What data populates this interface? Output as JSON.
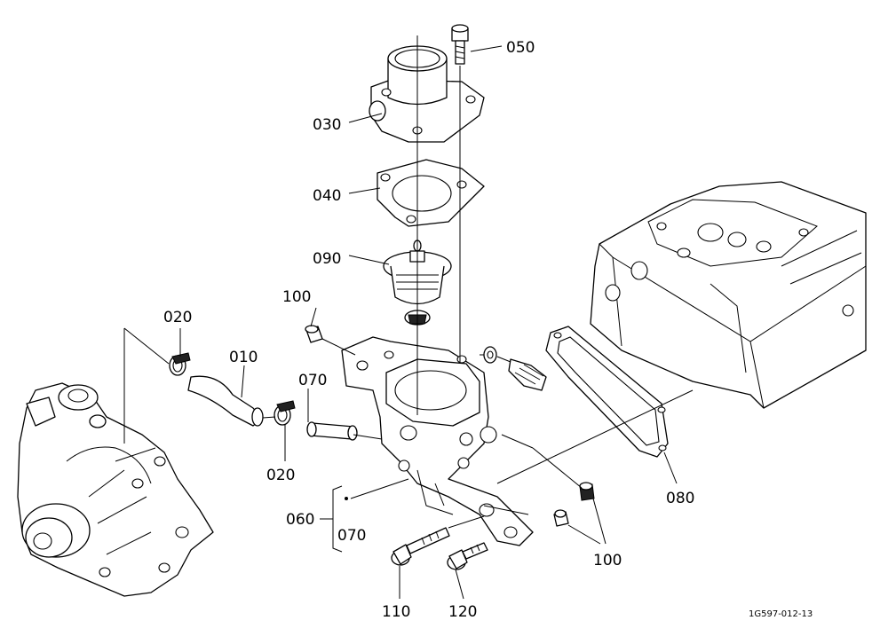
{
  "diagram": {
    "reference_code": "1G597-012-13",
    "callouts": {
      "c050": "050",
      "c030": "030",
      "c040": "040",
      "c090": "090",
      "c100_top": "100",
      "c020_top": "020",
      "c010": "010",
      "c070_top": "070",
      "c020_bottom": "020",
      "c060": "060",
      "c070_bottom": "070",
      "c080": "080",
      "c100_bottom": "100",
      "c110": "110",
      "c120": "120"
    }
  }
}
